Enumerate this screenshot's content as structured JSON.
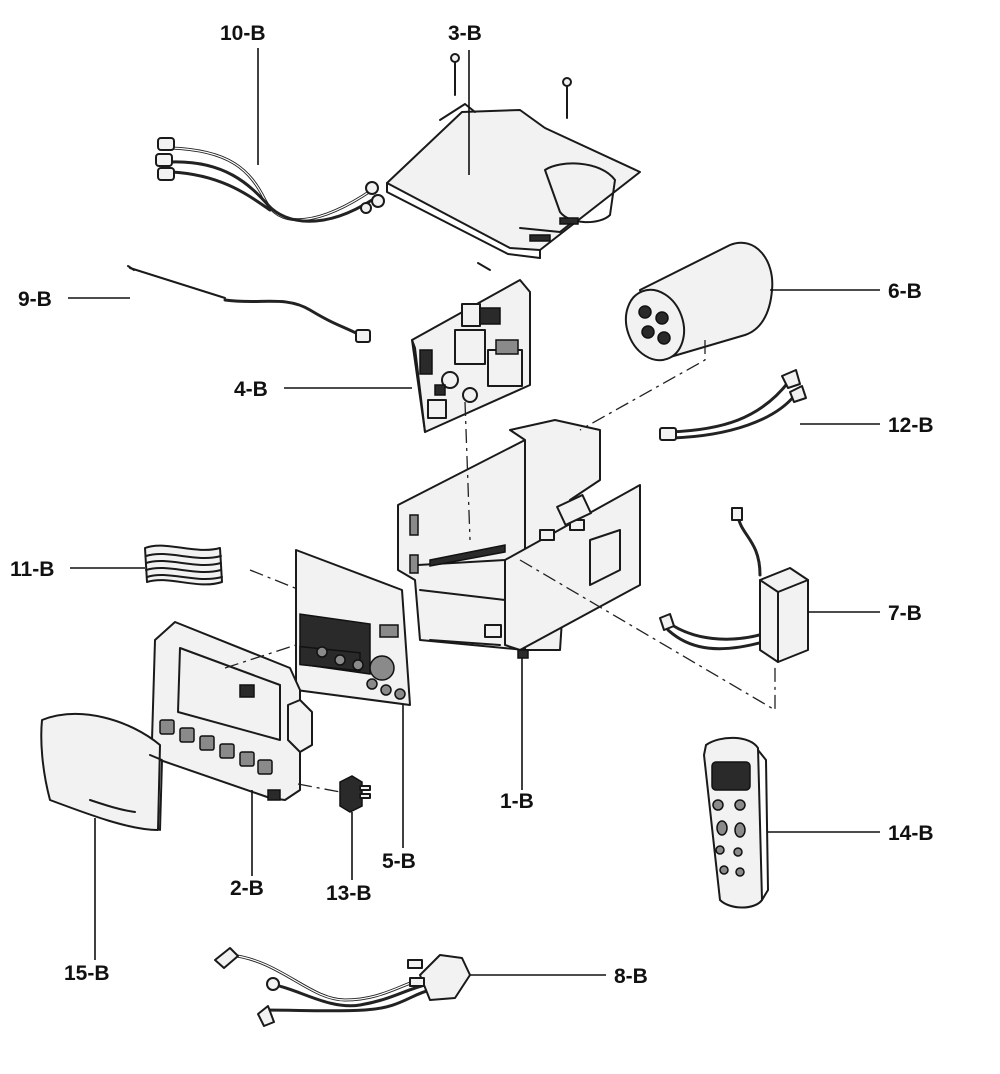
{
  "labels": {
    "l1": "1-B",
    "l2": "2-B",
    "l3": "3-B",
    "l4": "4-B",
    "l5": "5-B",
    "l6": "6-B",
    "l7": "7-B",
    "l8": "8-B",
    "l9": "9-B",
    "l10": "10-B",
    "l11": "11-B",
    "l12": "12-B",
    "l13": "13-B",
    "l14": "14-B",
    "l15": "15-B"
  }
}
